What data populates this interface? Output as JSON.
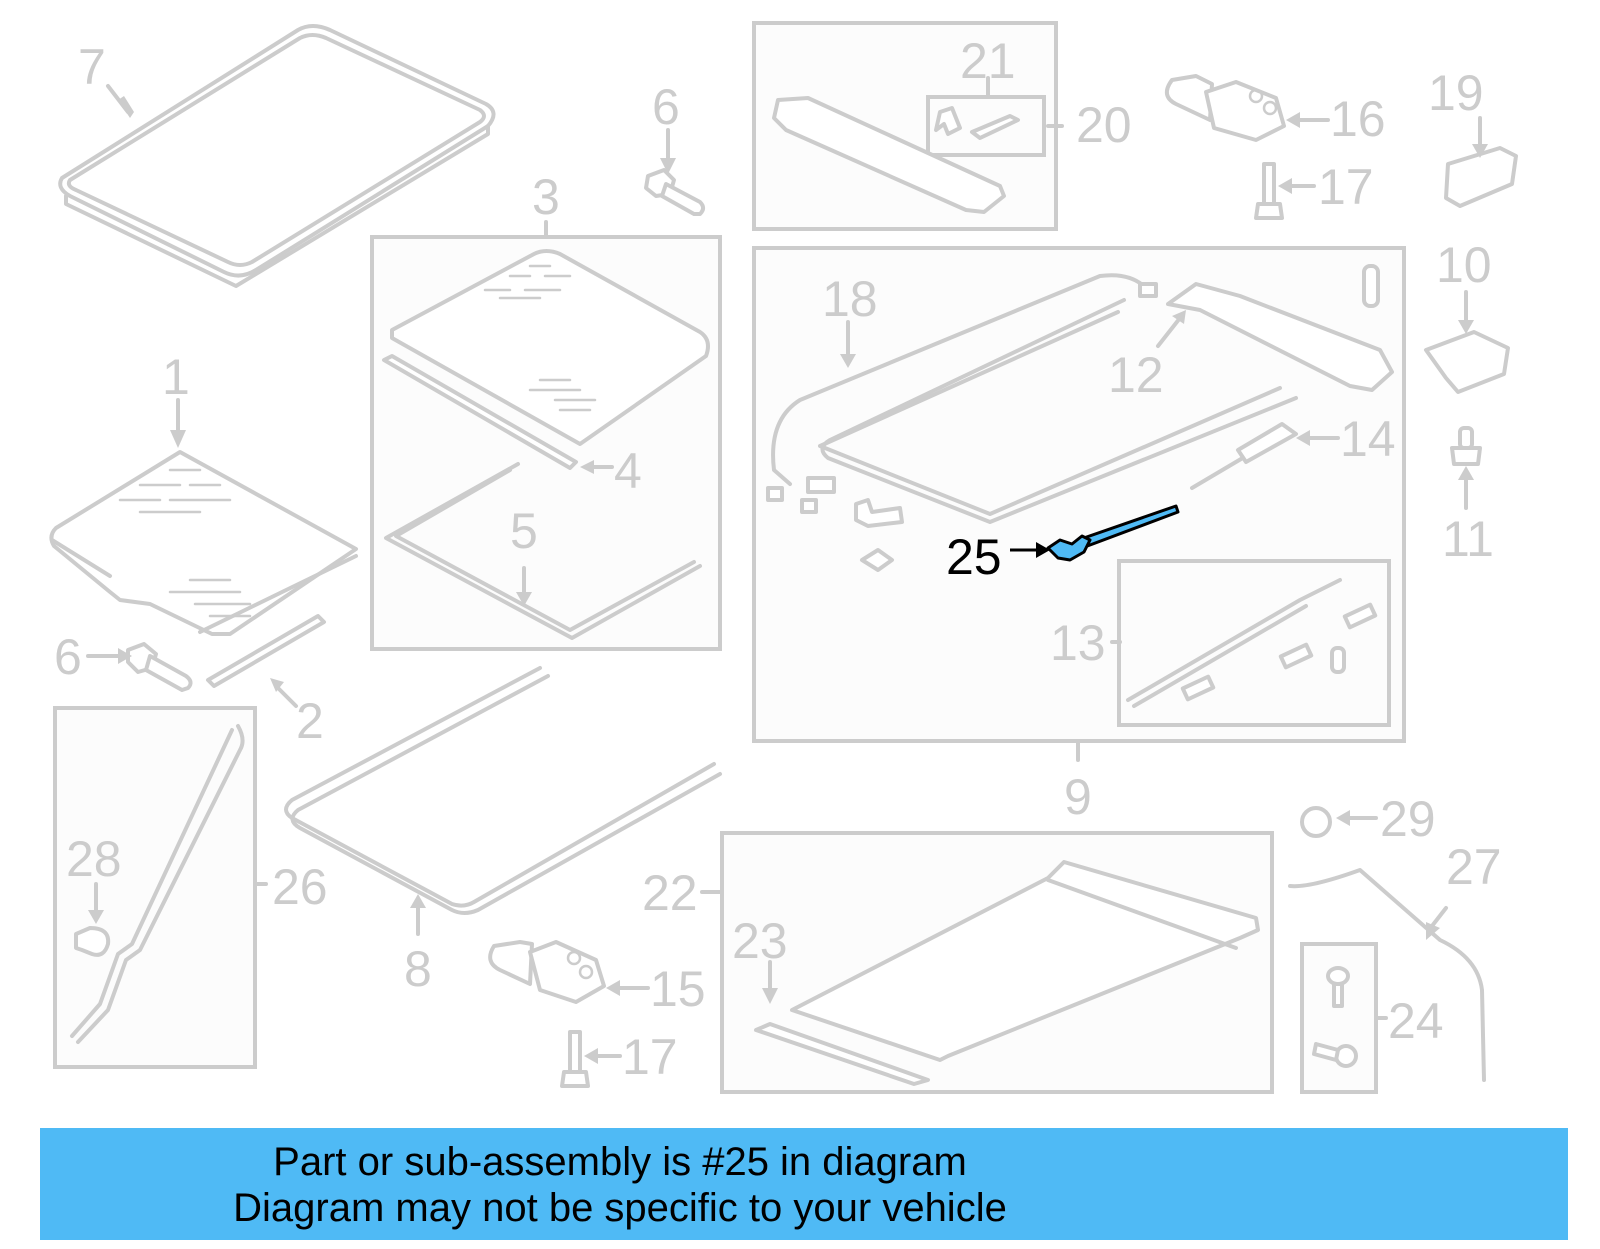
{
  "diagram": {
    "type": "exploded-parts-diagram",
    "subject": "sunroof / moonroof assembly",
    "highlighted_part": "25",
    "highlight_color": "#4fbaf5",
    "line_color": "#cccccc",
    "callouts": {
      "c1": "1",
      "c2": "2",
      "c3": "3",
      "c4": "4",
      "c5": "5",
      "c6a": "6",
      "c6b": "6",
      "c7": "7",
      "c8": "8",
      "c9": "9",
      "c10": "10",
      "c11": "11",
      "c12": "12",
      "c13": "13",
      "c14": "14",
      "c15": "15",
      "c16": "16",
      "c17a": "17",
      "c17b": "17",
      "c18": "18",
      "c19": "19",
      "c20": "20",
      "c21": "21",
      "c22": "22",
      "c23": "23",
      "c24": "24",
      "c25": "25",
      "c26": "26",
      "c27": "27",
      "c28": "28",
      "c29": "29"
    },
    "groups": [
      {
        "id": "3",
        "contains": [
          "4",
          "5"
        ]
      },
      {
        "id": "9",
        "contains": [
          "12",
          "13",
          "14",
          "18",
          "25"
        ]
      },
      {
        "id": "13",
        "parent": "9"
      },
      {
        "id": "20",
        "contains": [
          "21"
        ]
      },
      {
        "id": "21",
        "parent": "20"
      },
      {
        "id": "22",
        "contains": [
          "23"
        ]
      },
      {
        "id": "24"
      },
      {
        "id": "26",
        "contains": [
          "28"
        ]
      }
    ]
  },
  "banner": {
    "line1": "Part or sub-assembly is #25 in diagram",
    "line2": "Diagram may not be specific to your vehicle",
    "background": "#4fbaf5"
  }
}
